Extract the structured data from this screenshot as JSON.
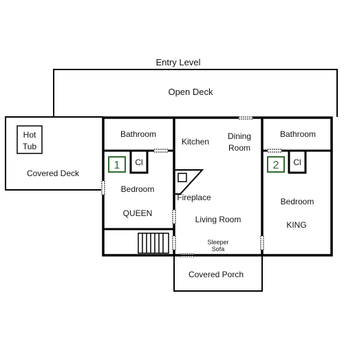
{
  "title": "Entry Level",
  "rooms": {
    "open_deck": "Open Deck",
    "covered_deck": "Covered Deck",
    "hot_tub_line1": "Hot",
    "hot_tub_line2": "Tub",
    "bathroom_left": "Bathroom",
    "bathroom_right": "Bathroom",
    "kitchen": "Kitchen",
    "dining_line1": "Dining",
    "dining_line2": "Room",
    "bedroom_left": "Bedroom",
    "bedroom_left_bed": "QUEEN",
    "bedroom_right": "Bedroom",
    "bedroom_right_bed": "KING",
    "closet_left": "Cl",
    "closet_right": "Cl",
    "fireplace": "Fireplace",
    "living_room": "Living Room",
    "sleeper_line1": "Sleeper",
    "sleeper_line2": "Sofa",
    "covered_porch": "Covered Porch"
  },
  "bedroom_numbers": {
    "left": "1",
    "right": "2"
  },
  "colors": {
    "wall": "#000000",
    "number_box": "#2f6b2f"
  }
}
